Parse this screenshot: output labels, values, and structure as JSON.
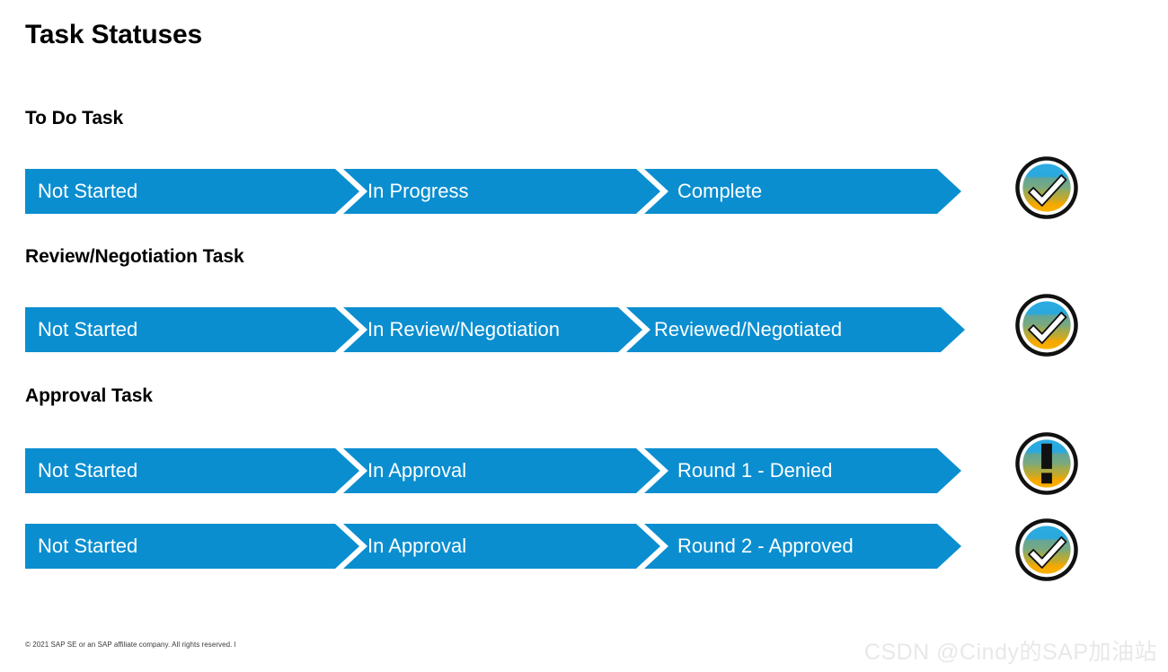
{
  "slide": {
    "title": "Task Statuses",
    "background_color": "#ffffff",
    "accent_blue": "#0a8ed0",
    "label_color": "#ffffff",
    "heading_color": "#000000"
  },
  "sections": [
    {
      "heading": "To Do Task",
      "rows": [
        {
          "steps": [
            "Not Started",
            "In Progress",
            "Complete"
          ],
          "badge": "check-badge-icon"
        }
      ]
    },
    {
      "heading": "Review/Negotiation Task",
      "rows": [
        {
          "steps": [
            "Not Started",
            "In Review/Negotiation",
            "Reviewed/Negotiated"
          ],
          "badge": "check-badge-icon"
        }
      ]
    },
    {
      "heading": "Approval Task",
      "rows": [
        {
          "steps": [
            "Not Started",
            "In Approval",
            "Round 1 - Denied"
          ],
          "badge": "exclamation-badge-icon"
        },
        {
          "steps": [
            "Not Started",
            "In Approval",
            "Round 2 - Approved"
          ],
          "badge": "check-badge-icon"
        }
      ]
    }
  ],
  "badge_colors": {
    "ring": "#111111",
    "inner_ring": "#ffffff",
    "gradient_top": "#2bace2",
    "gradient_mid_upper": "#5aa79a",
    "gradient_mid_lower": "#9aaa4a",
    "gradient_bottom": "#f5a800",
    "mark_check": "#ffffff",
    "mark_exclaim": "#111111"
  },
  "footer": {
    "copyright": "© 2021 SAP SE or an SAP affiliate company. All rights reserved.  ǀ",
    "watermark": "CSDN @Cindy的SAP加油站"
  }
}
